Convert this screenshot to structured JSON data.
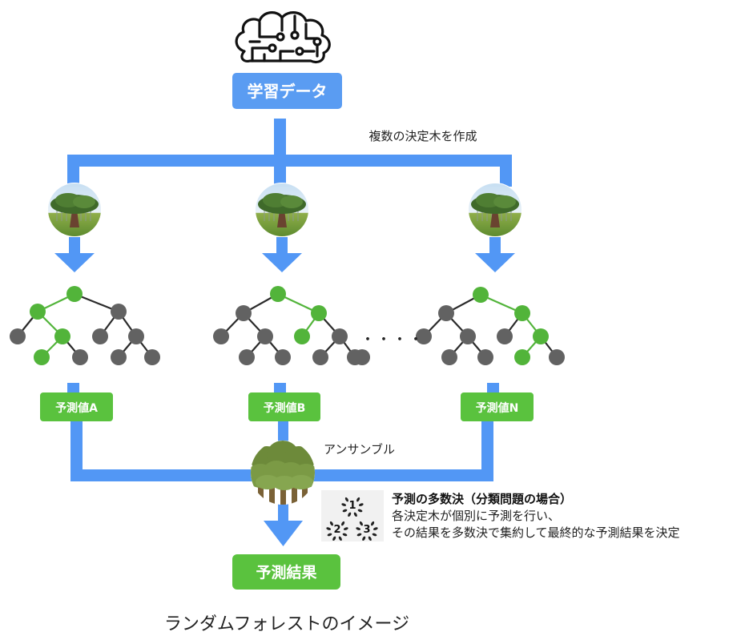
{
  "colors": {
    "flow_blue": "#5297f5",
    "data_box_blue": "#5a9cf2",
    "prediction_green": "#5ac23e",
    "node_green": "#52b43a",
    "node_gray": "#626262",
    "edge_dark": "#2a2a2a",
    "edge_green": "#52b43a",
    "medal_bg": "#f1f1f1"
  },
  "top": {
    "brain_icon": "brain-circuit-icon",
    "training_data_label": "学習データ",
    "create_trees_label": "複数の決定木を作成"
  },
  "trees": [
    {
      "id": "A",
      "image_icon": "tree-photo-icon",
      "prediction_label": "予測値A",
      "highlighted_path": [
        "root",
        "L",
        "LR",
        "LRL"
      ]
    },
    {
      "id": "B",
      "image_icon": "tree-photo-icon",
      "prediction_label": "予測値B",
      "highlighted_path": [
        "root",
        "R",
        "RL"
      ]
    },
    {
      "id": "N",
      "image_icon": "tree-photo-icon",
      "prediction_label": "予測値N",
      "highlighted_path": [
        "root",
        "R",
        "RR",
        "RRL"
      ]
    }
  ],
  "ellipsis": "・・・・",
  "ensemble": {
    "label": "アンサンブル",
    "icon": "forest-icon"
  },
  "majority_vote": {
    "icon": "laurel-ranking-icon",
    "ranks": [
      "1",
      "2",
      "3"
    ],
    "title": "予測の多数決（分類問題の場合）",
    "line1": "各決定木が個別に予測を行い、",
    "line2": "その結果を多数決で集約して最終的な予測結果を決定"
  },
  "result": {
    "label": "予測結果"
  },
  "caption": "ランダムフォレストのイメージ"
}
